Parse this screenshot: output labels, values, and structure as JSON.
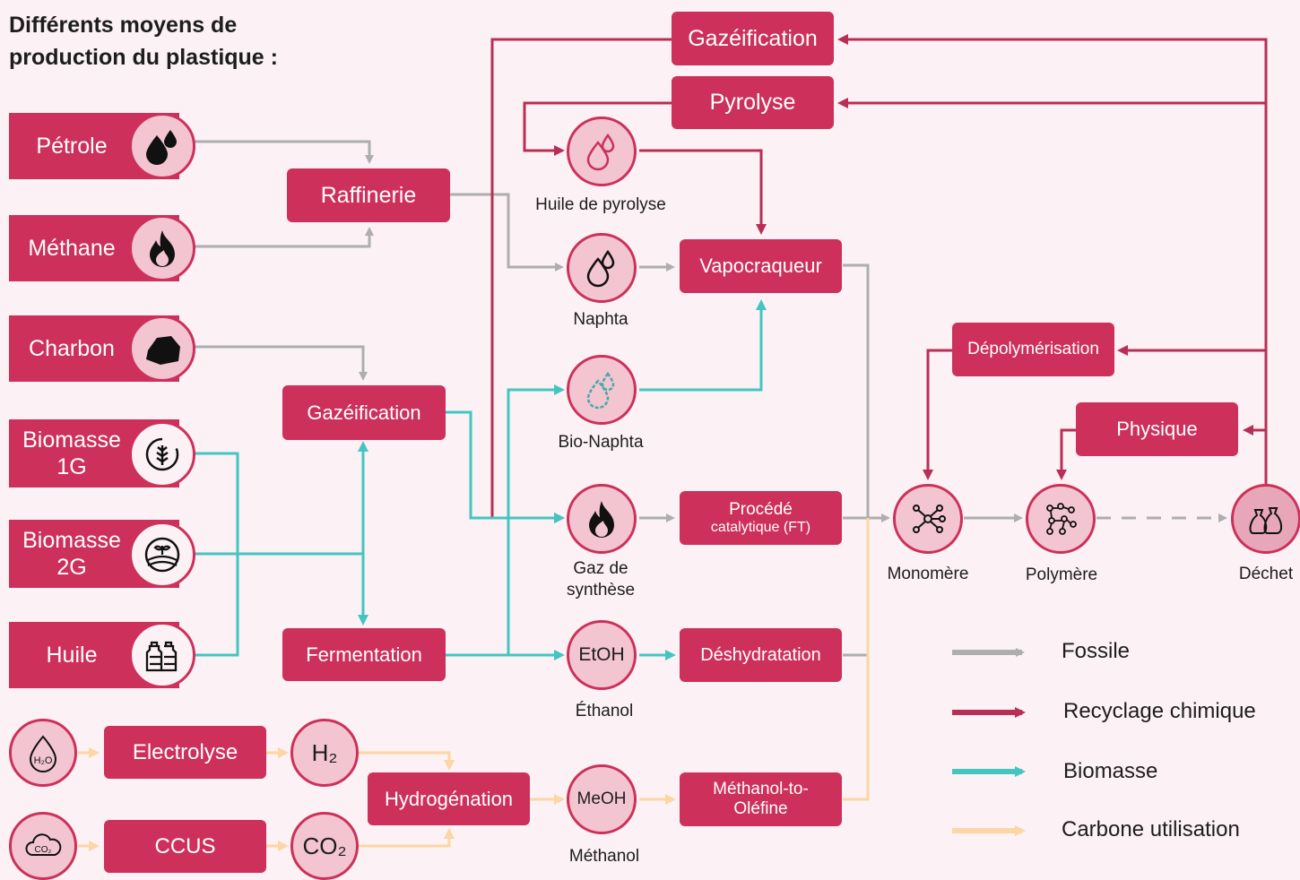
{
  "title": "Différents moyens de production du plastique :",
  "sources": {
    "petrole": "Pétrole",
    "methane": "Méthane",
    "charbon": "Charbon",
    "biomasse1g": "Biomasse 1G",
    "biomasse2g": "Biomasse 2G",
    "huile": "Huile"
  },
  "processes": {
    "raffinerie": "Raffinerie",
    "gazeification_left": "Gazéification",
    "fermentation": "Fermentation",
    "electrolyse": "Electrolyse",
    "ccus": "CCUS",
    "hydrogenation": "Hydrogénation",
    "gazeification_top": "Gazéification",
    "pyrolyse": "Pyrolyse",
    "vapocraqueur": "Vapocraqueur",
    "procede_l1": "Procédé",
    "procede_l2": "catalytique (FT)",
    "deshydratation": "Déshydratation",
    "mto_l1": "Méthanol-to-",
    "mto_l2": "Oléfine",
    "depolymerisation": "Dépolymérisation",
    "physique": "Physique"
  },
  "nodes": {
    "huile_pyrolyse": "Huile de pyrolyse",
    "naphta": "Naphta",
    "bio_naphta": "Bio-Naphta",
    "gaz_synthese": "Gaz de synthèse",
    "ethanol": "Éthanol",
    "methanol": "Méthanol",
    "monomere": "Monomère",
    "polymere": "Polymère",
    "dechet": "Déchet",
    "etoh": "EtOH",
    "meoh": "MeOH",
    "h2": "H₂",
    "co2": "CO₂",
    "h2o": "H₂O",
    "co2_icon": "CO₂"
  },
  "legend": [
    {
      "label": "Fossile",
      "color": "#aeaeae"
    },
    {
      "label": "Recyclage chimique",
      "color": "#b92e57"
    },
    {
      "label": "Biomasse",
      "color": "#45c5c1"
    },
    {
      "label": "Carbone utilisation",
      "color": "#fcd6a4"
    }
  ],
  "colors": {
    "accent": "#cd305a",
    "background": "#fcf1f4"
  }
}
